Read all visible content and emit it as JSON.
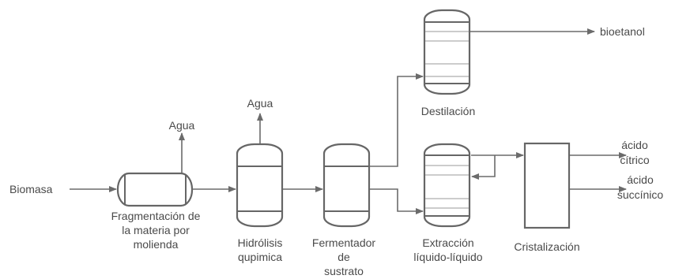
{
  "streams": {
    "biomasa": "Biomasa",
    "agua_1": "Agua",
    "agua_2": "Agua",
    "bioetanol": "bioetanol",
    "acido_citrico": [
      "ácido",
      "cítrico"
    ],
    "acido_succinico": [
      "ácido",
      "succínico"
    ]
  },
  "units": {
    "fragmentacion": [
      "Fragmentación de",
      "la materia por",
      "molienda"
    ],
    "hidrolisis": [
      "Hidrólisis",
      "qupimica"
    ],
    "fermentador": [
      "Fermentador",
      "de",
      "sustrato"
    ],
    "destilacion": [
      "Destilación"
    ],
    "extraccion": [
      "Extracción",
      "líquido-líquido"
    ],
    "cristalizacion": [
      "Cristalización"
    ]
  },
  "colors": {
    "stroke": "#666666",
    "arrow": "#6b6b6b",
    "text": "#4a4a4a",
    "background": "#ffffff"
  }
}
